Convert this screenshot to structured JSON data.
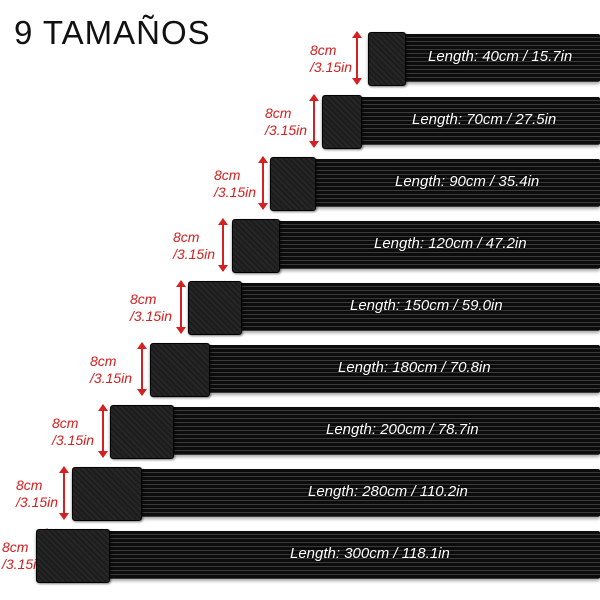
{
  "title": "9 TAMAÑOS",
  "colors": {
    "accent": "#d32020",
    "strap": "#0c0c0c",
    "text": "#111111"
  },
  "width_label": {
    "line1": "8cm",
    "line2": "/3.15in"
  },
  "straps": [
    {
      "length_label": "Length: 40cm / 15.7in"
    },
    {
      "length_label": "Length: 70cm / 27.5in"
    },
    {
      "length_label": "Length: 90cm / 35.4in"
    },
    {
      "length_label": "Length: 120cm / 47.2in"
    },
    {
      "length_label": "Length: 150cm / 59.0in"
    },
    {
      "length_label": "Length: 180cm / 70.8in"
    },
    {
      "length_label": "Length: 200cm / 78.7in"
    },
    {
      "length_label": "Length: 280cm / 110.2in"
    },
    {
      "length_label": "Length: 300cm / 118.1in"
    }
  ]
}
